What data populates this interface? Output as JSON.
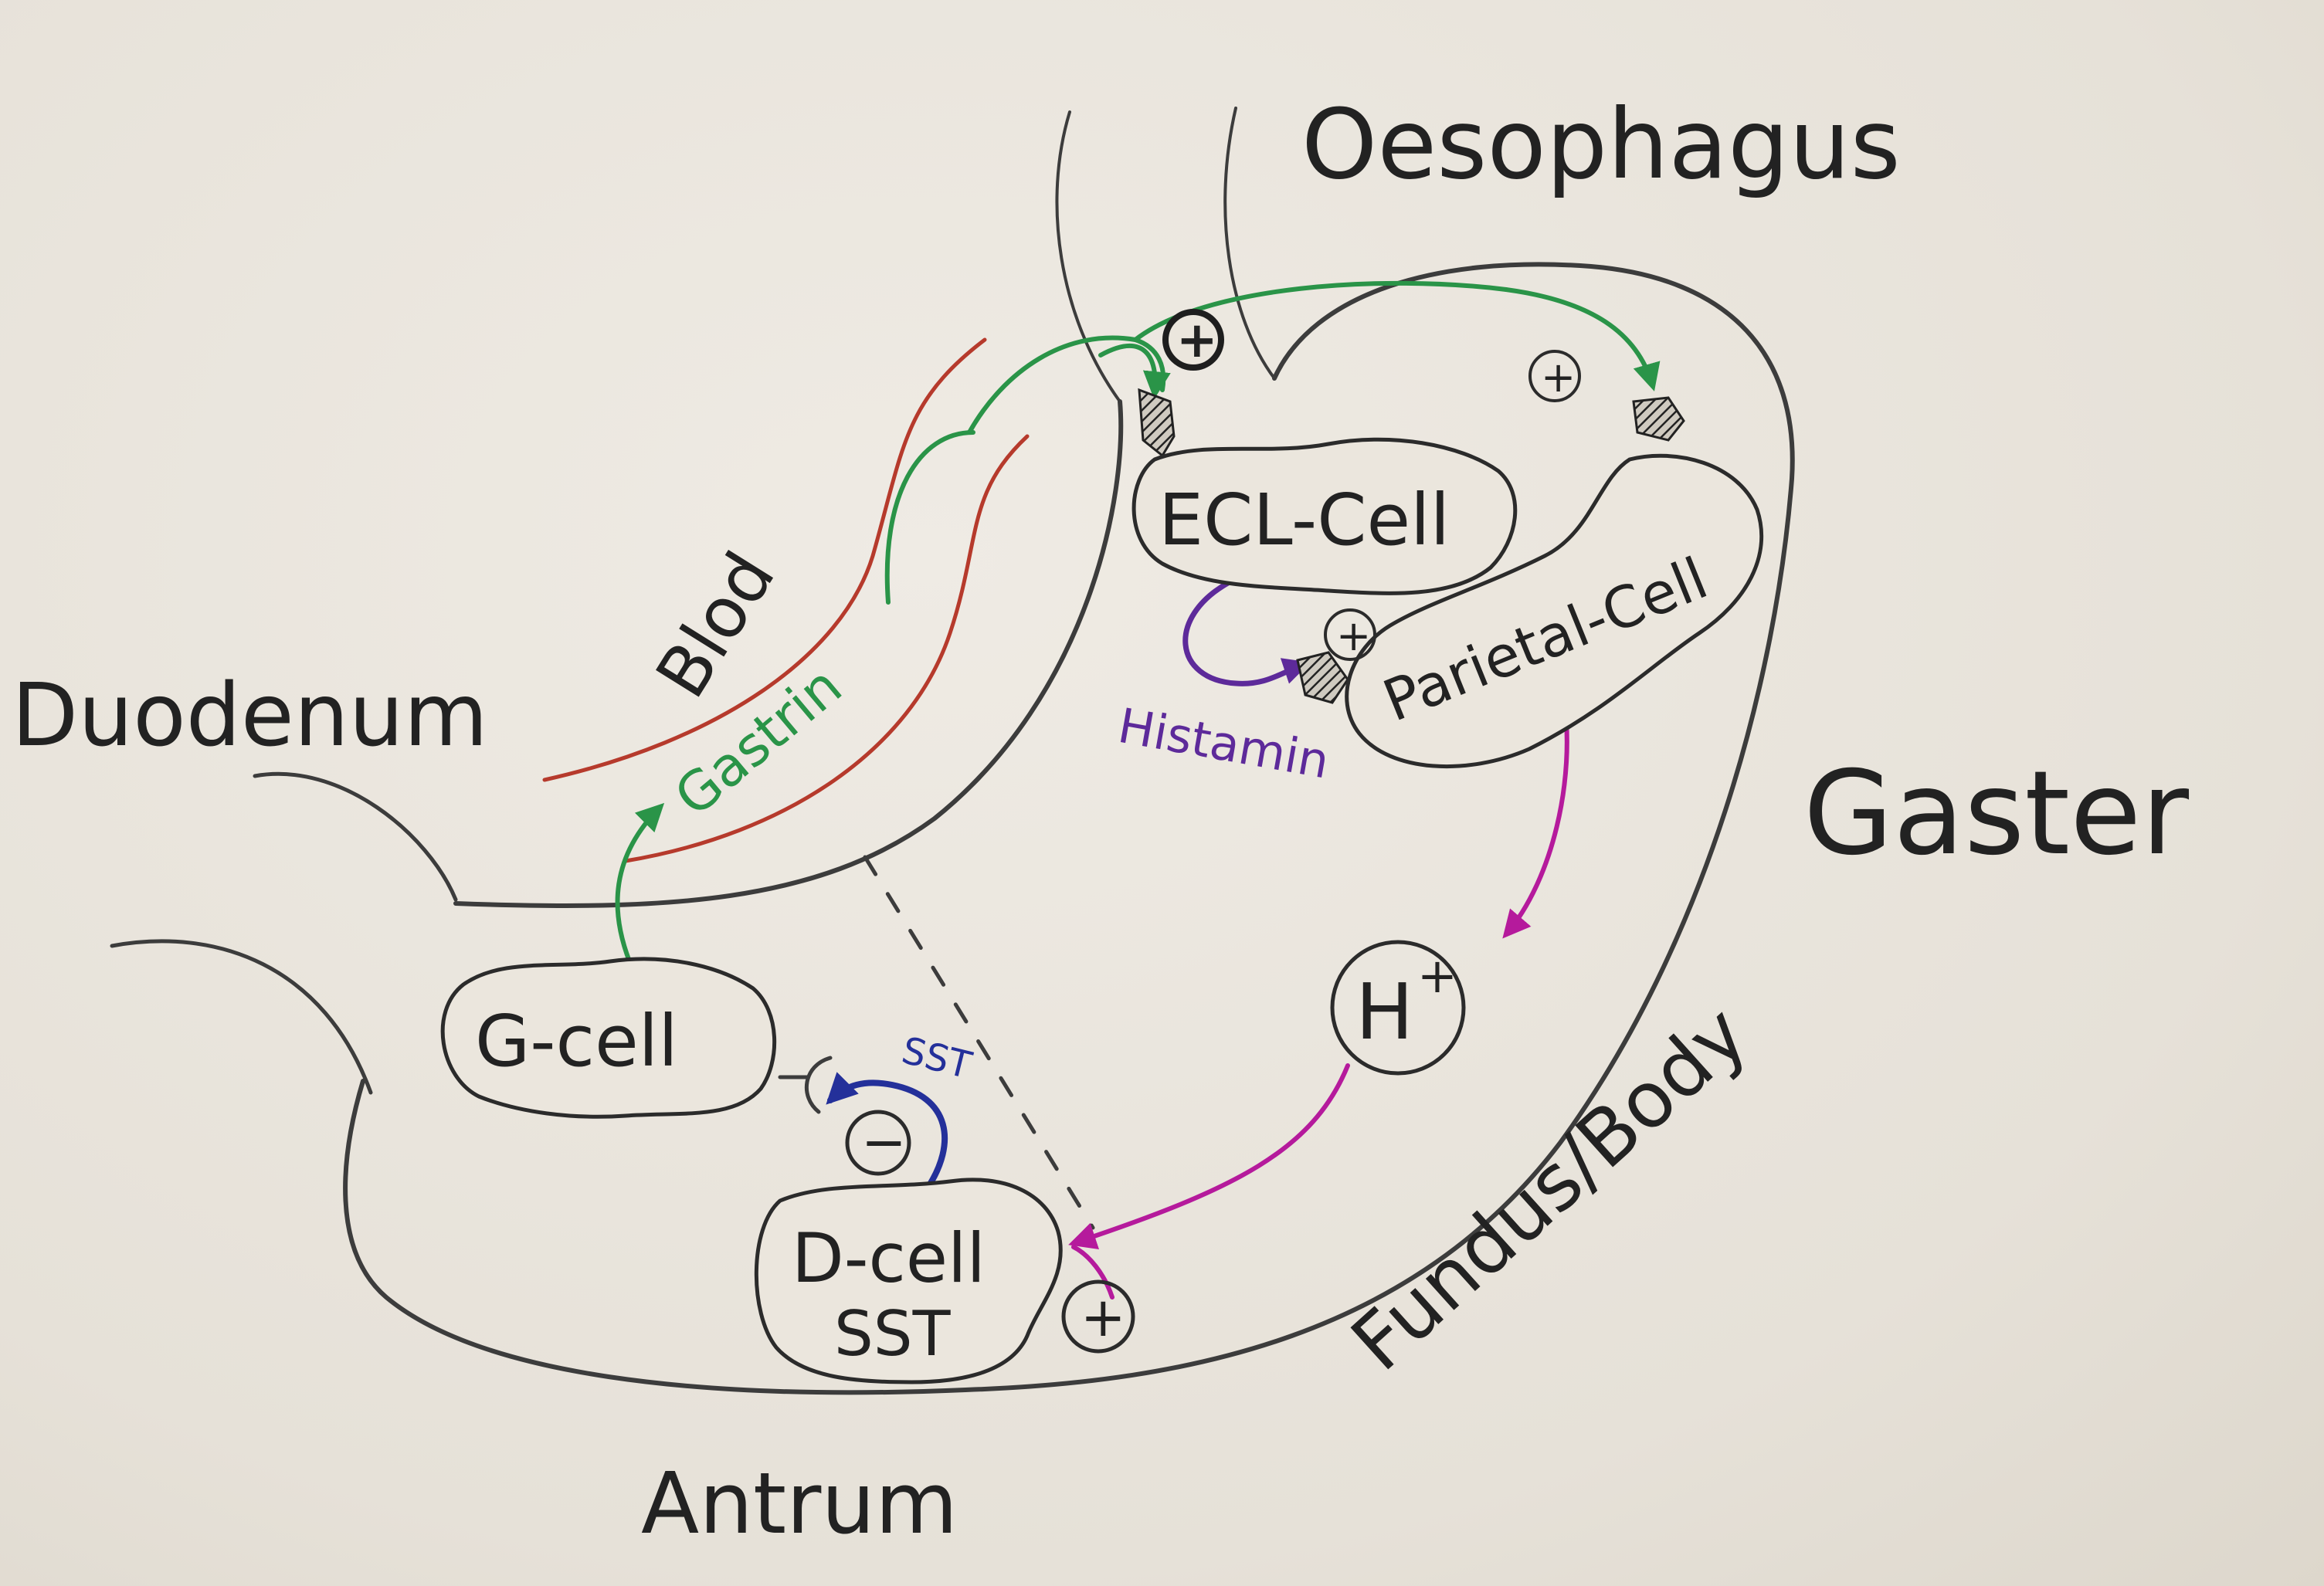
{
  "labels": {
    "oesophagus": "Oesophagus",
    "duodenum": "Duodenum",
    "gaster": "Gaster",
    "antrum": "Antrum",
    "fundus_body": "Fundus/Body",
    "blod": "Blod",
    "gastrin": "Gastrin",
    "histamin": "Histamin",
    "sst_arrow": "SST"
  },
  "cells": {
    "g_cell": "G-cell",
    "ecl_cell": "ECL-Cell",
    "parietal_cell": "Parietal-Cell",
    "d_cell_line1": "D-cell",
    "d_cell_line2": "SST"
  },
  "symbols": {
    "h_plus": "H",
    "h_plus_sup": "+",
    "plus": "+",
    "minus": "−"
  },
  "colors": {
    "outline": "#3c3c3c",
    "gastrin": "#2a9448",
    "histamin": "#5d2a9a",
    "acid": "#b51a9c",
    "sst": "#24309a",
    "blood": "#b63a2c"
  }
}
